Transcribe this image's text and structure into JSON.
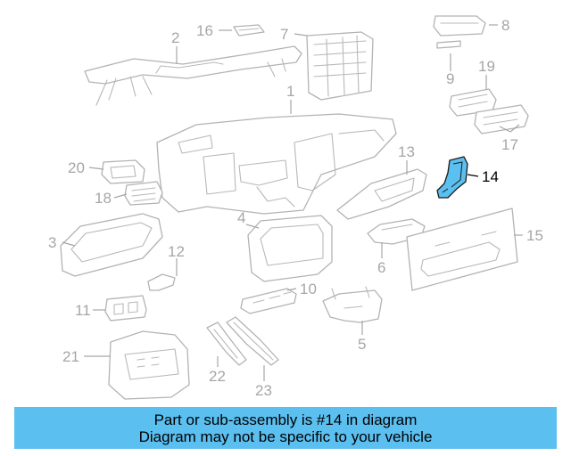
{
  "diagram": {
    "highlight_color": "#5bbff0",
    "labels": {
      "p1": "1",
      "p2": "2",
      "p3": "3",
      "p4": "4",
      "p5": "5",
      "p6": "6",
      "p7": "7",
      "p8": "8",
      "p9": "9",
      "p10": "10",
      "p11": "11",
      "p12": "12",
      "p13": "13",
      "p14": "14",
      "p15": "15",
      "p16": "16",
      "p17": "17",
      "p18": "18",
      "p19": "19",
      "p20": "20",
      "p21": "21",
      "p22": "22",
      "p23": "23"
    }
  },
  "banner": {
    "line1": "Part or sub-assembly is #14 in diagram",
    "line2": "Diagram may not be specific to your vehicle"
  }
}
